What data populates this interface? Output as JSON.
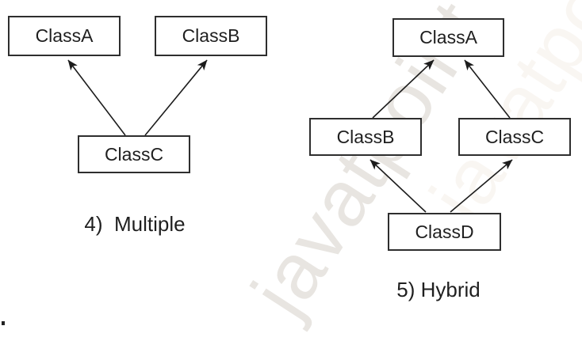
{
  "watermark": {
    "text": "javatpoint",
    "color": "#c9c2b8"
  },
  "colors": {
    "background": "#ffffff",
    "box_border": "#2e2e2e",
    "box_fill": "#ffffff",
    "label_text": "#1f1f1f",
    "arrow": "#1c1c1c"
  },
  "diagrams": [
    {
      "caption": "4)  Multiple",
      "type": "multiple-inheritance",
      "nodes": [
        {
          "id": "classa",
          "label": "ClassA"
        },
        {
          "id": "classb",
          "label": "ClassB"
        },
        {
          "id": "classc",
          "label": "ClassC"
        }
      ],
      "edges": [
        {
          "from": "ClassC",
          "to": "ClassA"
        },
        {
          "from": "ClassC",
          "to": "ClassB"
        }
      ]
    },
    {
      "caption": "5) Hybrid",
      "type": "hybrid-inheritance",
      "nodes": [
        {
          "id": "classa",
          "label": "ClassA"
        },
        {
          "id": "classb",
          "label": "ClassB"
        },
        {
          "id": "classc",
          "label": "ClassC"
        },
        {
          "id": "classd",
          "label": "ClassD"
        }
      ],
      "edges": [
        {
          "from": "ClassB",
          "to": "ClassA"
        },
        {
          "from": "ClassC",
          "to": "ClassA"
        },
        {
          "from": "ClassD",
          "to": "ClassB"
        },
        {
          "from": "ClassD",
          "to": "ClassC"
        }
      ]
    }
  ]
}
